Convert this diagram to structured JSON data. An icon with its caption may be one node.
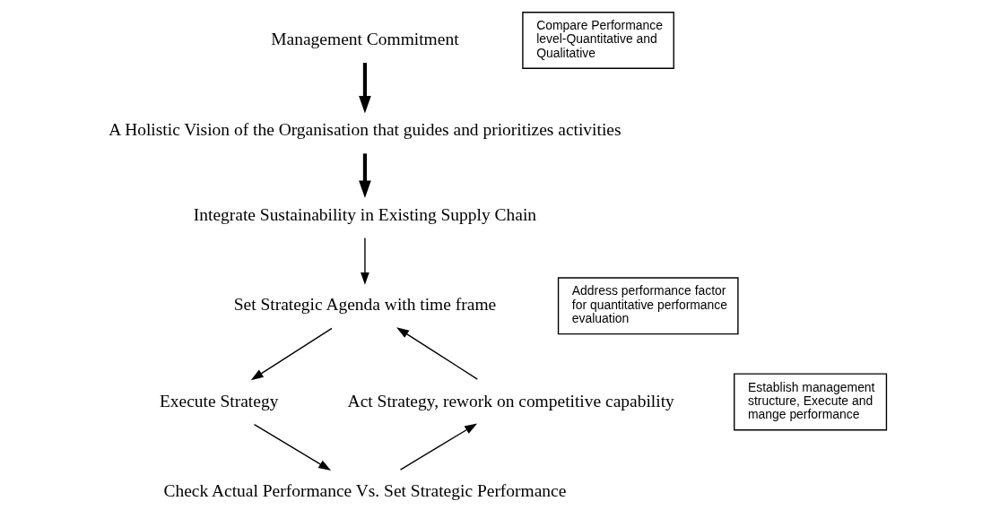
{
  "diagram": {
    "nodes": [
      {
        "text": [
          "Management Commitment"
        ]
      },
      {
        "text": [
          "A Holistic Vision of the Organisation that guides and prioritizes activities"
        ]
      },
      {
        "text": [
          "Integrate Sustainability in Existing Supply Chain"
        ]
      },
      {
        "text": [
          "Set Strategic Agenda with time frame"
        ]
      },
      {
        "text": [
          "Address performance factor for quantitative performance evaluation"
        ]
      },
      {
        "text": [
          "Execute Strategy"
        ]
      },
      {
        "text": [
          "Establish management structure, Execute and mange performance"
        ]
      },
      {
        "text": [
          "Check Actual Performance Vs. Set Strategic Performance"
        ]
      },
      {
        "text": [
          "Compare Performance level-Quantitative and Qualitative"
        ]
      },
      {
        "text": [
          "Act Strategy, rework on competitive capability"
        ]
      }
    ],
    "edges": [
      {
        "from": 0,
        "to": 1,
        "arrow": "to",
        "style": "thick"
      },
      {
        "from": 1,
        "to": 2,
        "arrow": "to",
        "style": "thick"
      },
      {
        "from": 2,
        "to": 3,
        "arrow": "to"
      },
      {
        "from": 3,
        "to": 5,
        "arrow": "to"
      },
      {
        "from": 5,
        "to": 7,
        "arrow": "to"
      },
      {
        "from": 7,
        "to": 9,
        "arrow": "to"
      },
      {
        "from": 9,
        "to": 3,
        "arrow": "to"
      }
    ]
  }
}
